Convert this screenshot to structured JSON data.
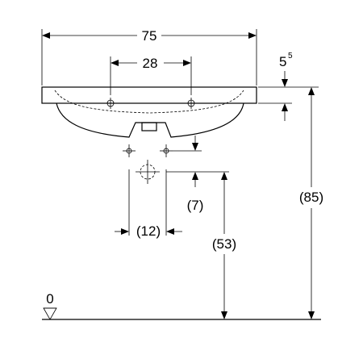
{
  "dimensions": {
    "overall_width": "75",
    "tap_spacing": "28",
    "rim_height_main": "5",
    "rim_height_sup": "5",
    "total_height": "(85)",
    "waste_height": "(53)",
    "waste_offset_vertical": "(7)",
    "waste_offset_horizontal": "(12)",
    "floor_level": "0"
  }
}
